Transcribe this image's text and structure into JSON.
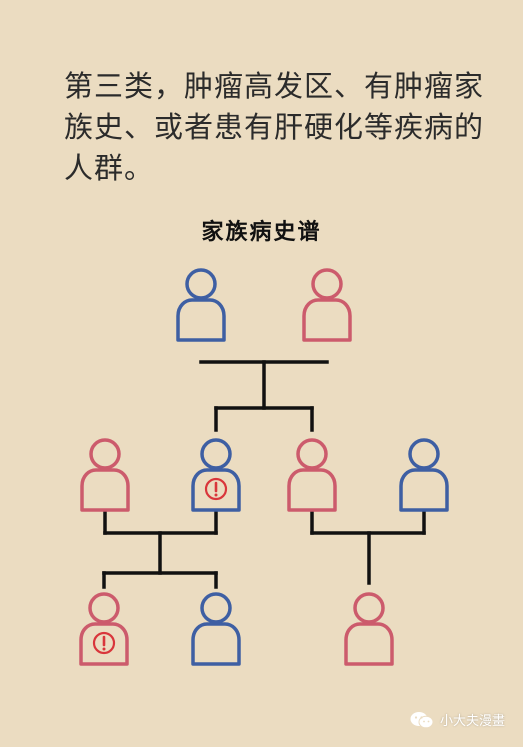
{
  "headline": "第三类，肿瘤高发区、有肿瘤家族史、或者患有肝硬化等疾病的人群。",
  "tree_title": "家族病史谱",
  "watermark": {
    "text": "小大夫漫畫",
    "icon": "wechat-icon"
  },
  "colors": {
    "background": "#ebdcc1",
    "male": "#3e5fa3",
    "female": "#cc5b6c",
    "line": "#111111",
    "alert": "#d9363b"
  },
  "people": [
    {
      "id": "grandfather",
      "sex": "male",
      "alert": false
    },
    {
      "id": "grandmother",
      "sex": "female",
      "alert": false
    },
    {
      "id": "gen2-female-left",
      "sex": "female",
      "alert": false
    },
    {
      "id": "gen2-male-affected",
      "sex": "male",
      "alert": true
    },
    {
      "id": "gen2-female-right",
      "sex": "female",
      "alert": false
    },
    {
      "id": "gen2-male-right",
      "sex": "male",
      "alert": false
    },
    {
      "id": "gen3-female-affected",
      "sex": "female",
      "alert": true
    },
    {
      "id": "gen3-male",
      "sex": "male",
      "alert": false
    },
    {
      "id": "gen3-female-right",
      "sex": "female",
      "alert": false
    }
  ]
}
